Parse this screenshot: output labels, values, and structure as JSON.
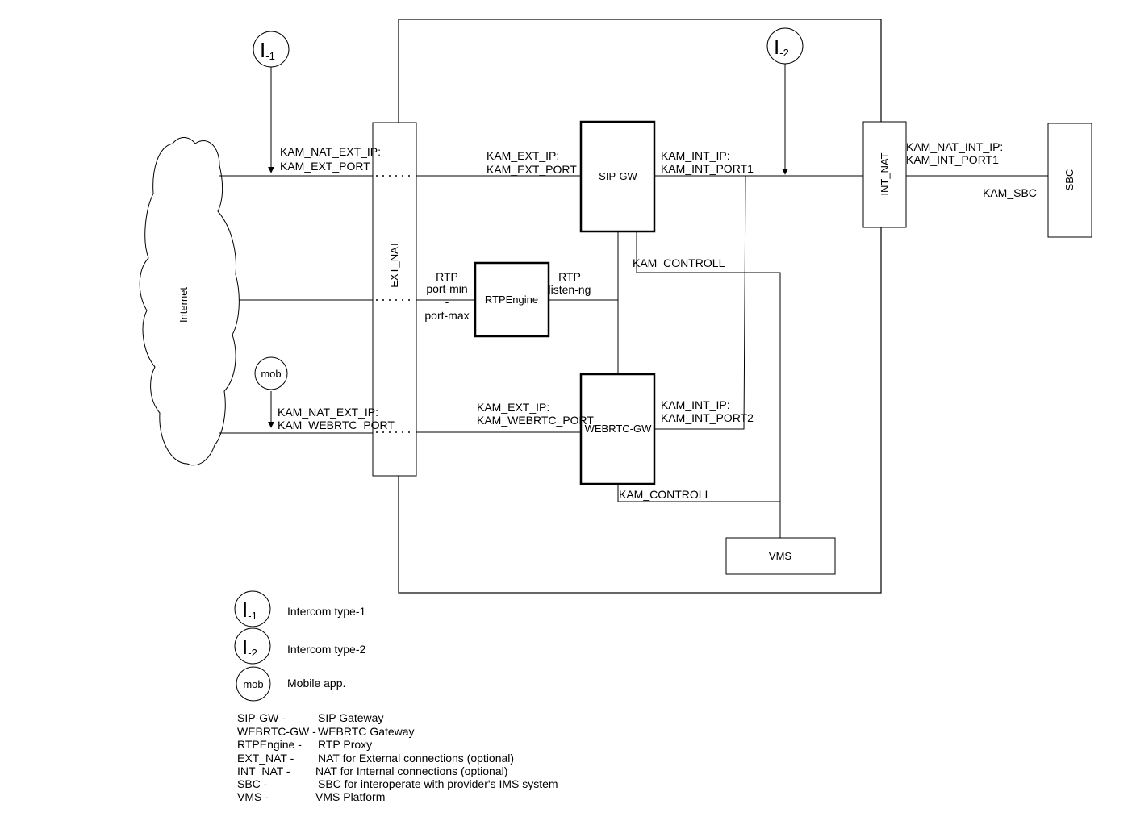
{
  "nodes": {
    "internet": "Internet",
    "ext_nat": "EXT_NAT",
    "sip_gw": "SIP-GW",
    "rtpengine": "RTPEngine",
    "webrtc_gw": "WEBRTC-GW",
    "int_nat": "INT_NAT",
    "sbc": "SBC",
    "vms": "VMS"
  },
  "markers": {
    "intercom1": {
      "letter": "I",
      "sub": "-1"
    },
    "intercom2": {
      "letter": "I",
      "sub": "-2"
    },
    "mob": "mob"
  },
  "edge_labels": {
    "nat_ext_ip_1": "KAM_NAT_EXT_IP:",
    "ext_port_1": "KAM_EXT_PORT",
    "ext_ip_sip": "KAM_EXT_IP:",
    "ext_port_sip": "KAM_EXT_PORT",
    "int_ip_sip": "KAM_INT_IP:",
    "int_port1_sip": "KAM_INT_PORT1",
    "nat_int_ip": "KAM_NAT_INT_IP:",
    "int_port1_nat": "KAM_INT_PORT1",
    "kam_sbc": "KAM_SBC",
    "kam_controll_1": "KAM_CONTROLL",
    "rtp_left_1": "RTP",
    "rtp_left_2": "port-min",
    "rtp_left_3": "-",
    "rtp_left_4": "port-max",
    "rtp_right_1": "RTP",
    "rtp_right_2": "listen-ng",
    "nat_ext_ip_2": "KAM_NAT_EXT_IP:",
    "webrtc_port_2": "KAM_WEBRTC_PORT",
    "ext_ip_webrtc": "KAM_EXT_IP:",
    "webrtc_port_webrtc": "KAM_WEBRTC_PORT",
    "int_ip_webrtc": "KAM_INT_IP:",
    "int_port2_webrtc": "KAM_INT_PORT2",
    "kam_controll_2": "KAM_CONTROLL"
  },
  "legend": {
    "symbols": [
      {
        "letter": "I",
        "sub": "-1",
        "text": "Intercom type-1"
      },
      {
        "letter": "I",
        "sub": "-2",
        "text": "Intercom type-2"
      },
      {
        "label": "mob",
        "text": "Mobile app."
      }
    ],
    "abbreviations": [
      {
        "term": "SIP-GW -",
        "desc": "SIP Gateway"
      },
      {
        "term": "WEBRTC-GW -",
        "desc": "WEBRTC Gateway"
      },
      {
        "term": "RTPEngine -",
        "desc": "RTP Proxy"
      },
      {
        "term": "EXT_NAT -",
        "desc": "NAT for External connections (optional)"
      },
      {
        "term": "INT_NAT -",
        "desc": "NAT for Internal connections (optional)"
      },
      {
        "term": "SBC -",
        "desc": "SBC for interoperate with provider's IMS system"
      },
      {
        "term": "VMS -",
        "desc": "VMS Platform"
      }
    ]
  }
}
